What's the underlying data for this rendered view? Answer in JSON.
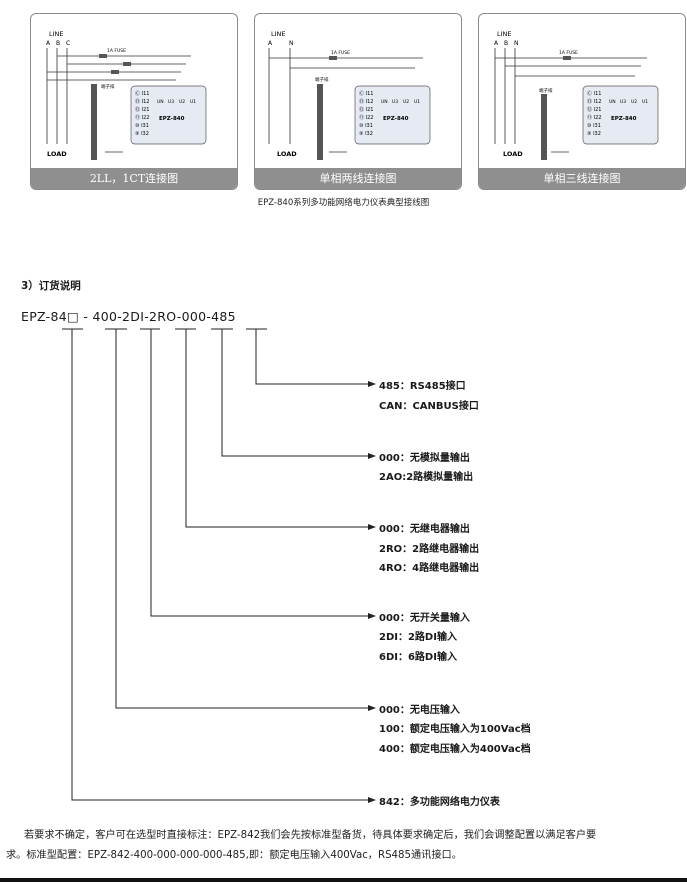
{
  "diagrams": [
    {
      "caption": "2LL，1CT连接图",
      "line_label": "LINE",
      "phases": [
        "A",
        "B",
        "C"
      ],
      "fuse_label": "1A FUSE",
      "terminal_label": "端子排",
      "load_label": "LOAD",
      "device_label": "EPZ-840",
      "terminals": [
        "Ⓒ I11",
        "⑬ I12",
        "⑫ I21",
        "⑪ I22",
        "⑩ I31",
        "⑨ I32"
      ],
      "voltage_terminals": [
        "UN",
        "U3",
        "U2",
        "U1"
      ]
    },
    {
      "caption": "单相两线连接图",
      "line_label": "LINE",
      "phases": [
        "A",
        "N"
      ],
      "fuse_label": "1A FUSE",
      "terminal_label": "端子排",
      "load_label": "LOAD",
      "device_label": "EPZ-840",
      "terminals": [
        "Ⓒ I11",
        "⑬ I12",
        "⑫ I21",
        "⑪ I22",
        "⑩ I31",
        "⑨ I32"
      ],
      "voltage_terminals": [
        "UN",
        "U3",
        "U2",
        "U1"
      ]
    },
    {
      "caption": "单相三线连接图",
      "line_label": "LINE",
      "phases": [
        "A",
        "B",
        "N"
      ],
      "fuse_label": "1A FUSE",
      "terminal_label": "端子排",
      "load_label": "LOAD",
      "device_label": "EPZ-840",
      "terminals": [
        "Ⓒ I11",
        "⑬ I12",
        "⑫ I21",
        "⑪ I22",
        "⑩ I31",
        "⑨ I32"
      ],
      "voltage_terminals": [
        "UN",
        "U3",
        "U2",
        "U1"
      ]
    }
  ],
  "figure_caption": "EPZ-840系列多功能网络电力仪表典型接线图",
  "section_heading": "3）订货说明",
  "model_code": {
    "parts": [
      "EPZ-84□",
      " - ",
      "400",
      "-",
      "2DI",
      "-",
      "2RO",
      "-",
      "000",
      "-",
      "485"
    ]
  },
  "options": [
    {
      "lines": [
        "485：RS485接口",
        "CAN：CANBUS接口"
      ]
    },
    {
      "lines": [
        "000：无模拟量输出",
        "2AO:2路模拟量输出"
      ]
    },
    {
      "lines": [
        "000：无继电器输出",
        "2RO：2路继电器输出",
        "4RO：4路继电器输出"
      ]
    },
    {
      "lines": [
        "000：无开关量输入",
        "2DI：2路DI输入",
        "6DI：6路DI输入"
      ]
    },
    {
      "lines": [
        "000：无电压输入",
        "100：额定电压输入为100Vac档",
        "400：额定电压输入为400Vac档"
      ]
    },
    {
      "lines": [
        "842：多功能网络电力仪表"
      ]
    }
  ],
  "note": {
    "line1": "若要求不确定，客户可在选型时直接标注：EPZ-842我们会先按标准型备货，待具体要求确定后，我们会调整配置以满足客户要",
    "line2": "求。标准型配置：EPZ-842-400-000-000-000-485,即：额定电压输入400Vac，RS485通讯接口。"
  }
}
